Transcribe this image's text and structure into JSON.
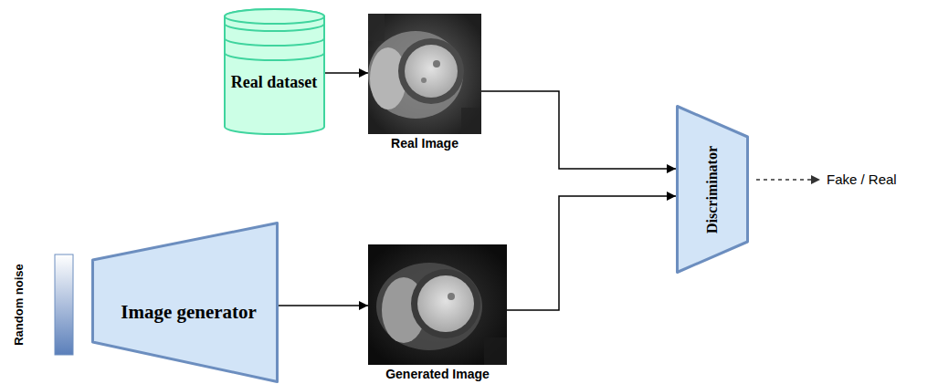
{
  "diagram": {
    "nodes": [
      {
        "text": [
          "Real dataset"
        ]
      },
      {
        "text": [
          "Real Image"
        ]
      },
      {
        "text": [
          "Random noise"
        ]
      },
      {
        "text": [
          "Image generator"
        ]
      },
      {
        "text": [
          "Generated Image"
        ]
      },
      {
        "text": [
          "Discriminator"
        ]
      }
    ],
    "edges": [
      {
        "from": 0,
        "to": 1,
        "arrow": "to"
      },
      {
        "from": 3,
        "to": 4,
        "arrow": "to"
      },
      {
        "from": 1,
        "to": 5,
        "arrow": "to"
      },
      {
        "from": 4,
        "to": 5,
        "arrow": "to"
      }
    ],
    "labels": [
      "Fake / Real"
    ]
  }
}
